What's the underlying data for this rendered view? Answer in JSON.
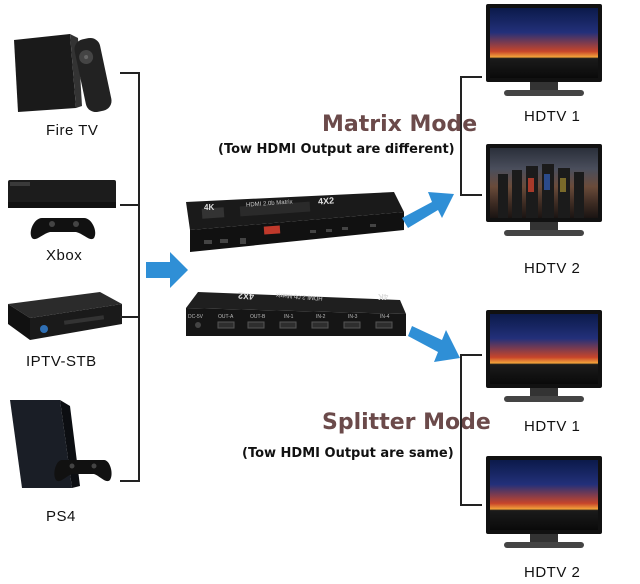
{
  "sources": [
    {
      "label": "Fire TV",
      "icon": "fire-tv-icon"
    },
    {
      "label": "Xbox",
      "icon": "xbox-icon"
    },
    {
      "label": "IPTV-STB",
      "icon": "set-top-box-icon"
    },
    {
      "label": "PS4",
      "icon": "ps4-icon"
    }
  ],
  "matrix": {
    "title": "Matrix Mode",
    "subtitle": "(Tow HDMI Output are different)"
  },
  "splitter": {
    "title": "Splitter Mode",
    "subtitle": "(Tow HDMI Output are same)"
  },
  "outputs": [
    {
      "label": "HDTV  1"
    },
    {
      "label": "HDTV  2"
    },
    {
      "label": "HDTV  1"
    },
    {
      "label": "HDTV  2"
    }
  ],
  "device": {
    "badge": "4K",
    "name": "HDMI 2.0b Matrix",
    "model": "4X2",
    "ports": [
      "DC-5V",
      "OUT-A",
      "OUT-B",
      "IN-1",
      "IN-2",
      "IN-3",
      "IN-4"
    ]
  },
  "colors": {
    "accent_arrow": "#2f8fd6",
    "mode_title": "#6b4a4a"
  }
}
